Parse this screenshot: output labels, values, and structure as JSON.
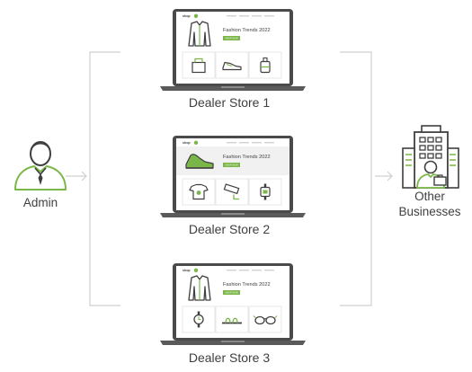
{
  "admin": {
    "label": "Admin"
  },
  "other": {
    "line1": "Other",
    "line2": "Businesses"
  },
  "stores": [
    {
      "label": "Dealer Store 1",
      "logo": "shop",
      "title": "Fashion Trends 2022",
      "button": "SHOP NOW",
      "hero_icon": "jacket-icon",
      "products": [
        "handbag-icon",
        "shoe-icon",
        "luggage-icon"
      ]
    },
    {
      "label": "Dealer Store 2",
      "logo": "shop",
      "title": "Fashion Trends 2022",
      "button": "SHOP NOW",
      "hero_icon": "sneaker-icon",
      "products": [
        "tshirt-icon",
        "cctv-camera-icon",
        "smartwatch-icon"
      ]
    },
    {
      "label": "Dealer Store 3",
      "logo": "shop",
      "title": "Fashion Trends 2022",
      "button": "SHOP NOW",
      "hero_icon": "jacket-icon",
      "products": [
        "wristwatch-icon",
        "sandal-icon",
        "sunglasses-icon"
      ]
    }
  ],
  "colors": {
    "accent": "#7ab648",
    "line": "#cfcfcf",
    "ink": "#3f3f3f",
    "laptop": "#4a4a4a"
  }
}
